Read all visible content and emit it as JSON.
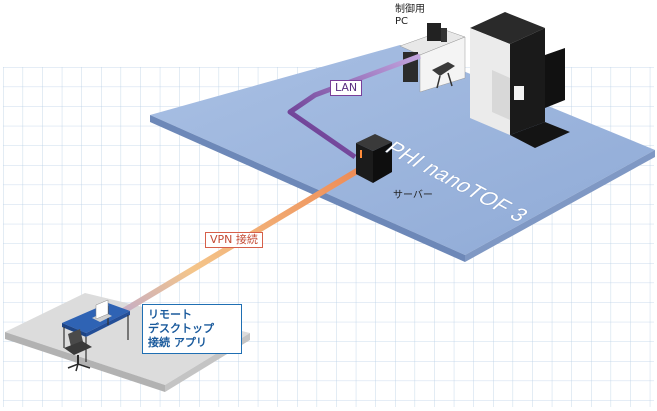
{
  "labels": {
    "control_pc": [
      "制御用",
      "PC"
    ],
    "lan": "LAN",
    "instrument": "PHI nanoTOF 3",
    "server": "サーバー",
    "vpn": "VPN 接続",
    "remote_app": [
      "リモート",
      "デスクトップ",
      "接続 アプリ"
    ]
  },
  "colors": {
    "grid_line": "#b9cfe6",
    "floor": "#9db6de",
    "lan_line": "#7a3f9a",
    "vpn_start": "#f2a26a",
    "vpn_end": "#b9a0d8",
    "app_border": "#1f6fb3"
  },
  "icons": [
    "server-tower-icon",
    "control-pc-workstation-icon",
    "laptop-icon",
    "office-chair-icon",
    "instrument-icon"
  ]
}
